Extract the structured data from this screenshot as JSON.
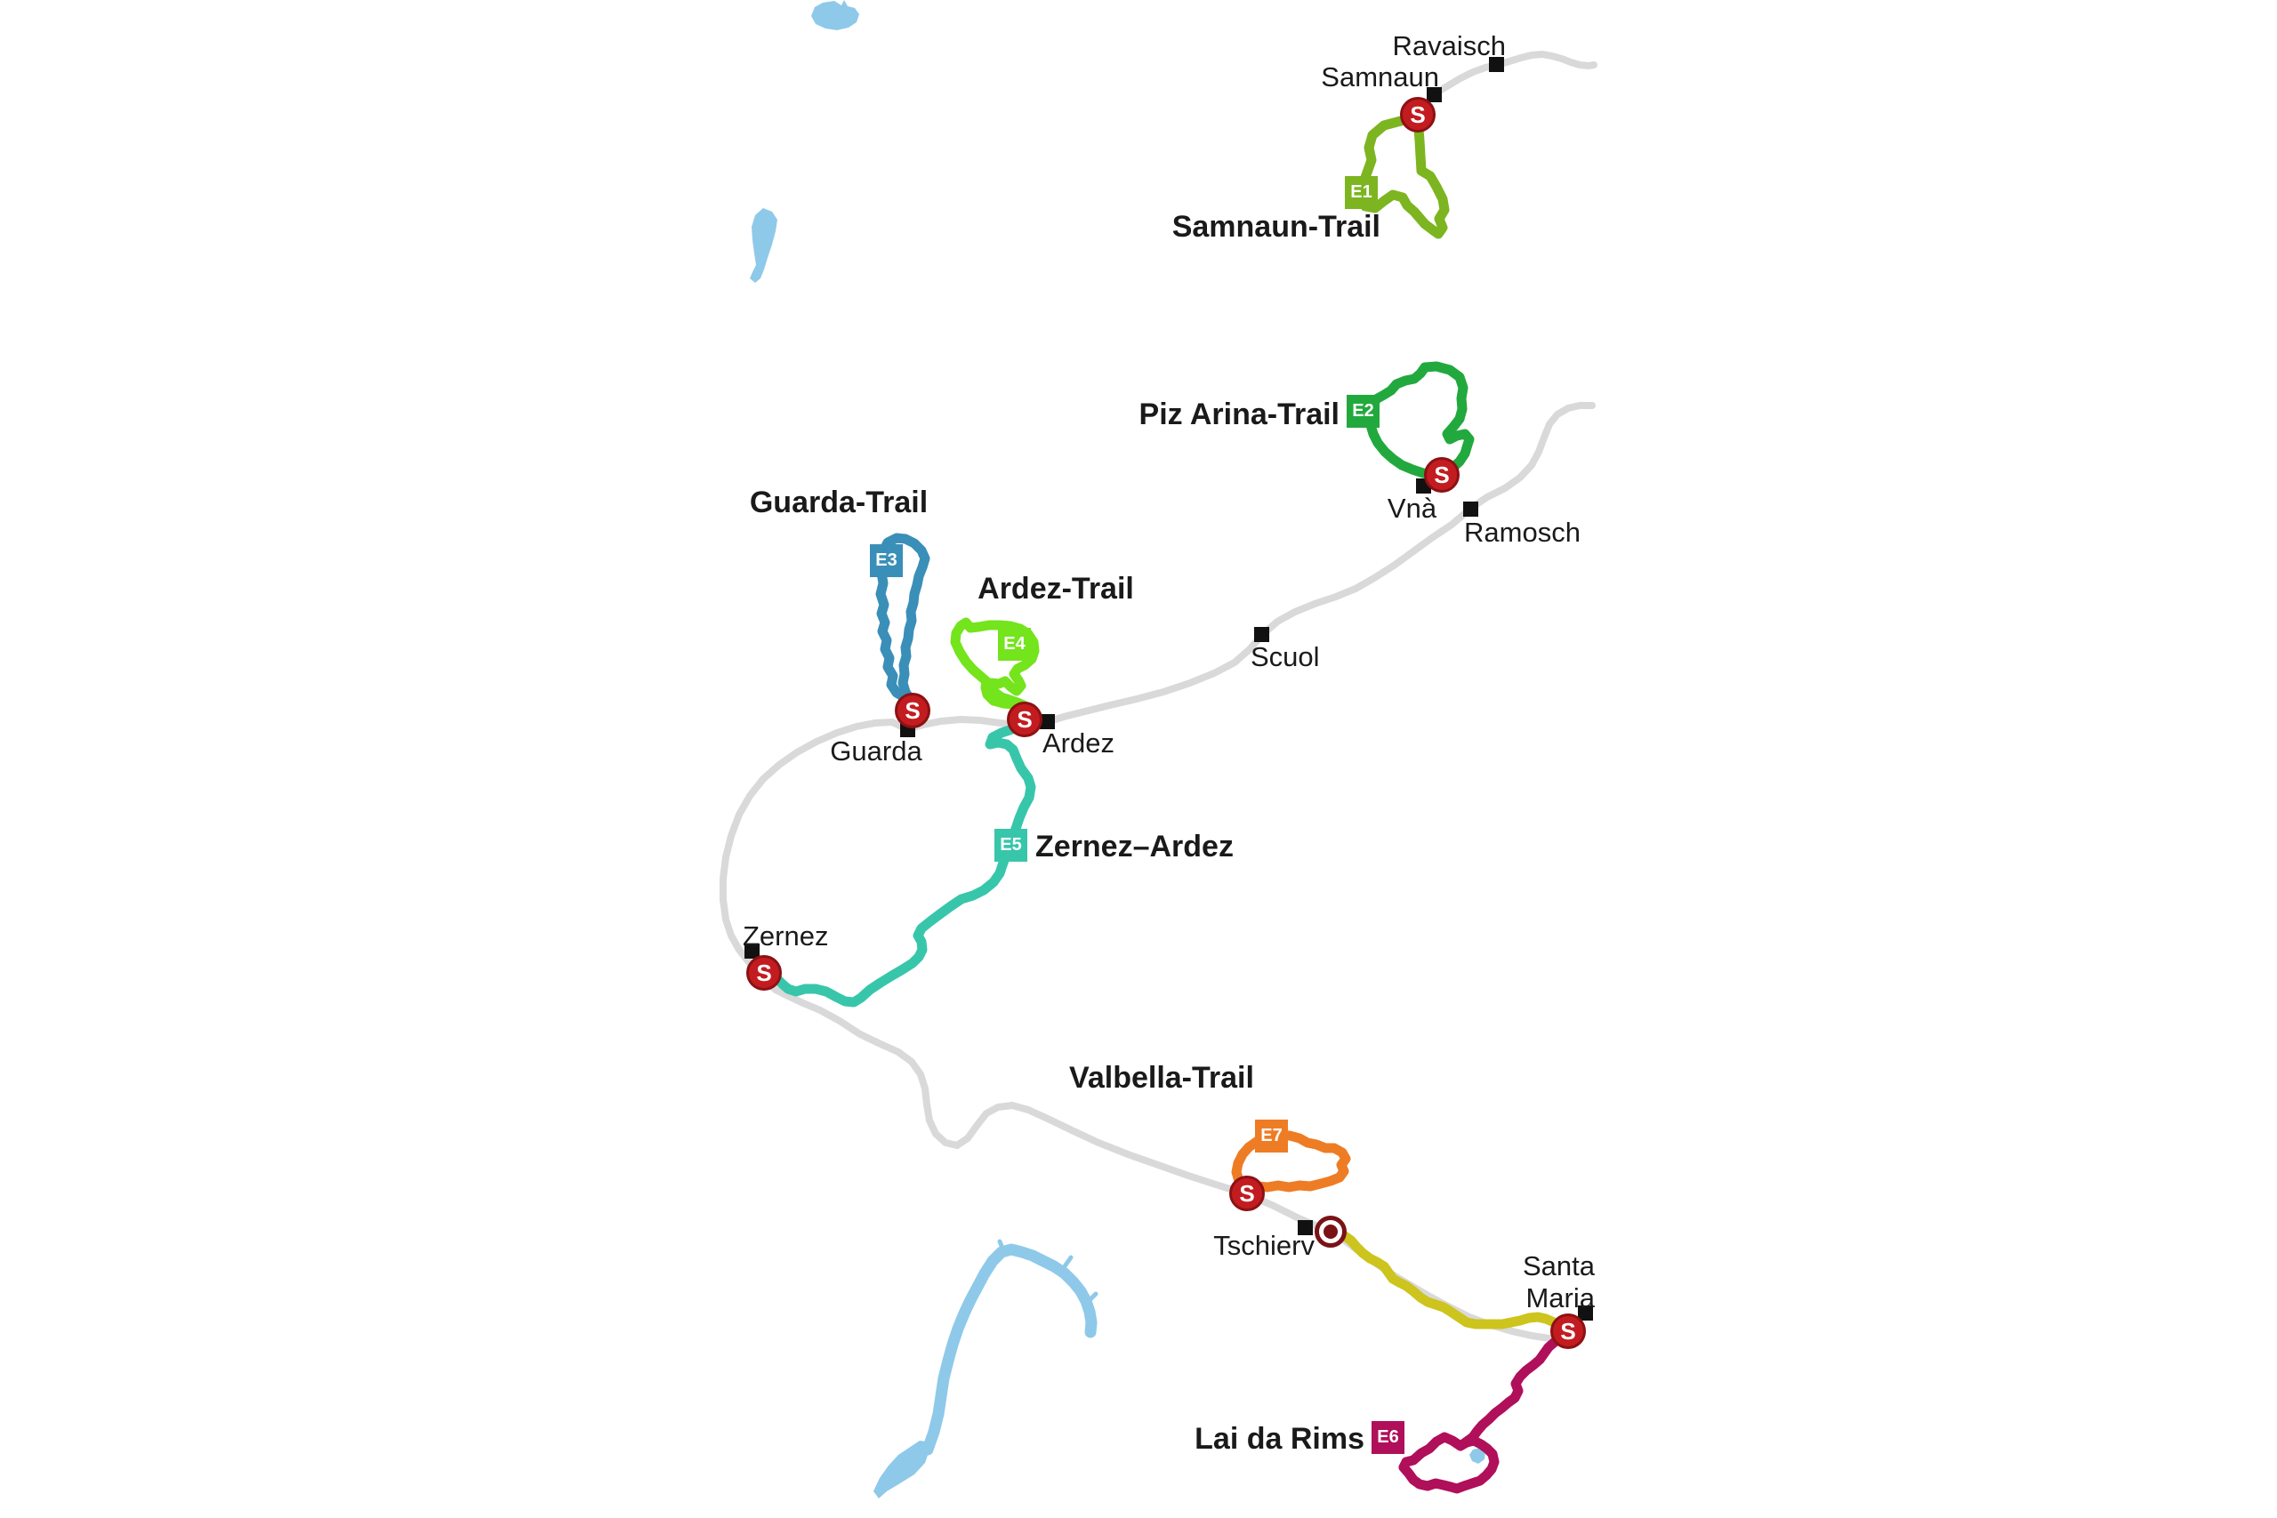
{
  "map": {
    "background": "#ffffff",
    "road_color": "#d9d9d9",
    "water_color": "#8ec9e9",
    "label_color": "#1a1a1a",
    "town_square_color": "#111111"
  },
  "markers": {
    "start_symbol": "S",
    "start_fill": "#c31c20",
    "start_border": "#8c1113",
    "finish_color": "#7a1216"
  },
  "connector": {
    "color": "#cdc41d"
  },
  "towns": [
    {
      "name": "Ravaisch"
    },
    {
      "name": "Samnaun"
    },
    {
      "name": "Vnà"
    },
    {
      "name": "Ramosch"
    },
    {
      "name": "Scuol"
    },
    {
      "name": "Guarda"
    },
    {
      "name": "Ardez"
    },
    {
      "name": "Zernez"
    },
    {
      "name": "Tschierv"
    },
    {
      "name": "Santa Maria"
    }
  ],
  "trails": [
    {
      "id": "E1",
      "name": "Samnaun-Trail",
      "color": "#7cb520"
    },
    {
      "id": "E2",
      "name": "Piz Arina-Trail",
      "color": "#22a93e"
    },
    {
      "id": "E3",
      "name": "Guarda-Trail",
      "color": "#3a8fb8"
    },
    {
      "id": "E4",
      "name": "Ardez-Trail",
      "color": "#74e41c"
    },
    {
      "id": "E5",
      "name": "Zernez–Ardez",
      "color": "#38c6ab"
    },
    {
      "id": "E6",
      "name": "Lai da Rims",
      "color": "#b00f5a"
    },
    {
      "id": "E7",
      "name": "Valbella-Trail",
      "color": "#ee7c24"
    }
  ]
}
